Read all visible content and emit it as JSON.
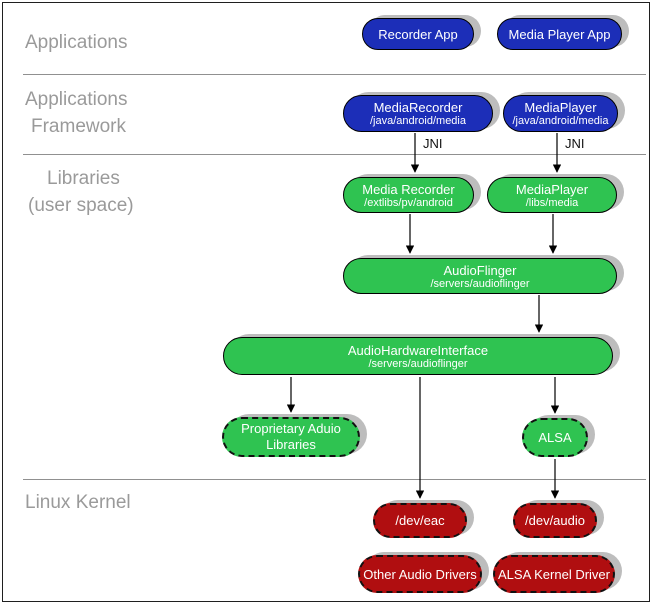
{
  "diagram_type": "layered-architecture",
  "layers": [
    {
      "name": "applications",
      "label_lines": [
        "Applications"
      ]
    },
    {
      "name": "applications-framework",
      "label_lines": [
        "Applications",
        "Framework"
      ]
    },
    {
      "name": "libraries-user-space",
      "label_lines": [
        "Libraries",
        "(user space)"
      ]
    },
    {
      "name": "linux-kernel",
      "label_lines": [
        "Linux Kernel"
      ]
    }
  ],
  "nodes": {
    "recorder_app": {
      "title": "Recorder App",
      "layer": "applications",
      "color": "blue"
    },
    "media_player_app": {
      "title": "Media Player App",
      "layer": "applications",
      "color": "blue"
    },
    "media_recorder_fw": {
      "title": "MediaRecorder",
      "path": "/java/android/media",
      "layer": "applications-framework",
      "color": "blue"
    },
    "media_player_fw": {
      "title": "MediaPlayer",
      "path": "/java/android/media",
      "layer": "applications-framework",
      "color": "blue"
    },
    "media_recorder_lib": {
      "title": "Media Recorder",
      "path": "/extlibs/pv/android",
      "layer": "libraries-user-space",
      "color": "green"
    },
    "media_player_lib": {
      "title": "MediaPlayer",
      "path": "/libs/media",
      "layer": "libraries-user-space",
      "color": "green"
    },
    "audio_flinger": {
      "title": "AudioFlinger",
      "path": "/servers/audioflinger",
      "layer": "libraries-user-space",
      "color": "green"
    },
    "audio_hardware_interface": {
      "title": "AudioHardwareInterface",
      "path": "/servers/audioflinger",
      "layer": "libraries-user-space",
      "color": "green"
    },
    "proprietary_audio_libraries": {
      "title_lines": [
        "Proprietary Aduio",
        "Libraries"
      ],
      "layer": "libraries-user-space",
      "color": "green",
      "border": "dashed"
    },
    "alsa": {
      "title": "ALSA",
      "layer": "libraries-user-space",
      "color": "green",
      "border": "dashed"
    },
    "dev_eac": {
      "title": "/dev/eac",
      "layer": "linux-kernel",
      "color": "red",
      "border": "dashed"
    },
    "dev_audio": {
      "title": "/dev/audio",
      "layer": "linux-kernel",
      "color": "red",
      "border": "dashed"
    },
    "other_audio_drivers": {
      "title": "Other Audio Drivers",
      "layer": "linux-kernel",
      "color": "red",
      "border": "dashed"
    },
    "alsa_kernel_driver": {
      "title": "ALSA Kernel Driver",
      "layer": "linux-kernel",
      "color": "red",
      "border": "dashed"
    }
  },
  "edges": [
    {
      "from": "media_recorder_fw",
      "to": "media_recorder_lib",
      "label": "JNI"
    },
    {
      "from": "media_player_fw",
      "to": "media_player_lib",
      "label": "JNI"
    },
    {
      "from": "media_recorder_lib",
      "to": "audio_flinger",
      "label": ""
    },
    {
      "from": "media_player_lib",
      "to": "audio_flinger",
      "label": ""
    },
    {
      "from": "audio_flinger",
      "to": "audio_hardware_interface",
      "label": ""
    },
    {
      "from": "audio_hardware_interface",
      "to": "proprietary_audio_libraries",
      "label": ""
    },
    {
      "from": "audio_hardware_interface",
      "to": "dev_eac",
      "label": ""
    },
    {
      "from": "audio_hardware_interface",
      "to": "alsa",
      "label": ""
    },
    {
      "from": "alsa",
      "to": "dev_audio",
      "label": ""
    }
  ],
  "labels": {
    "jni": "JNI"
  },
  "colors": {
    "applications_blue": "#1c2eb8",
    "libraries_green": "#2fc351",
    "kernel_red": "#b00e10",
    "shadow_gray": "#bdbdbd",
    "layer_label_gray": "#9a9a9a",
    "divider_gray": "#909090",
    "node_text": "#ffffff",
    "edge_black": "#000000"
  }
}
